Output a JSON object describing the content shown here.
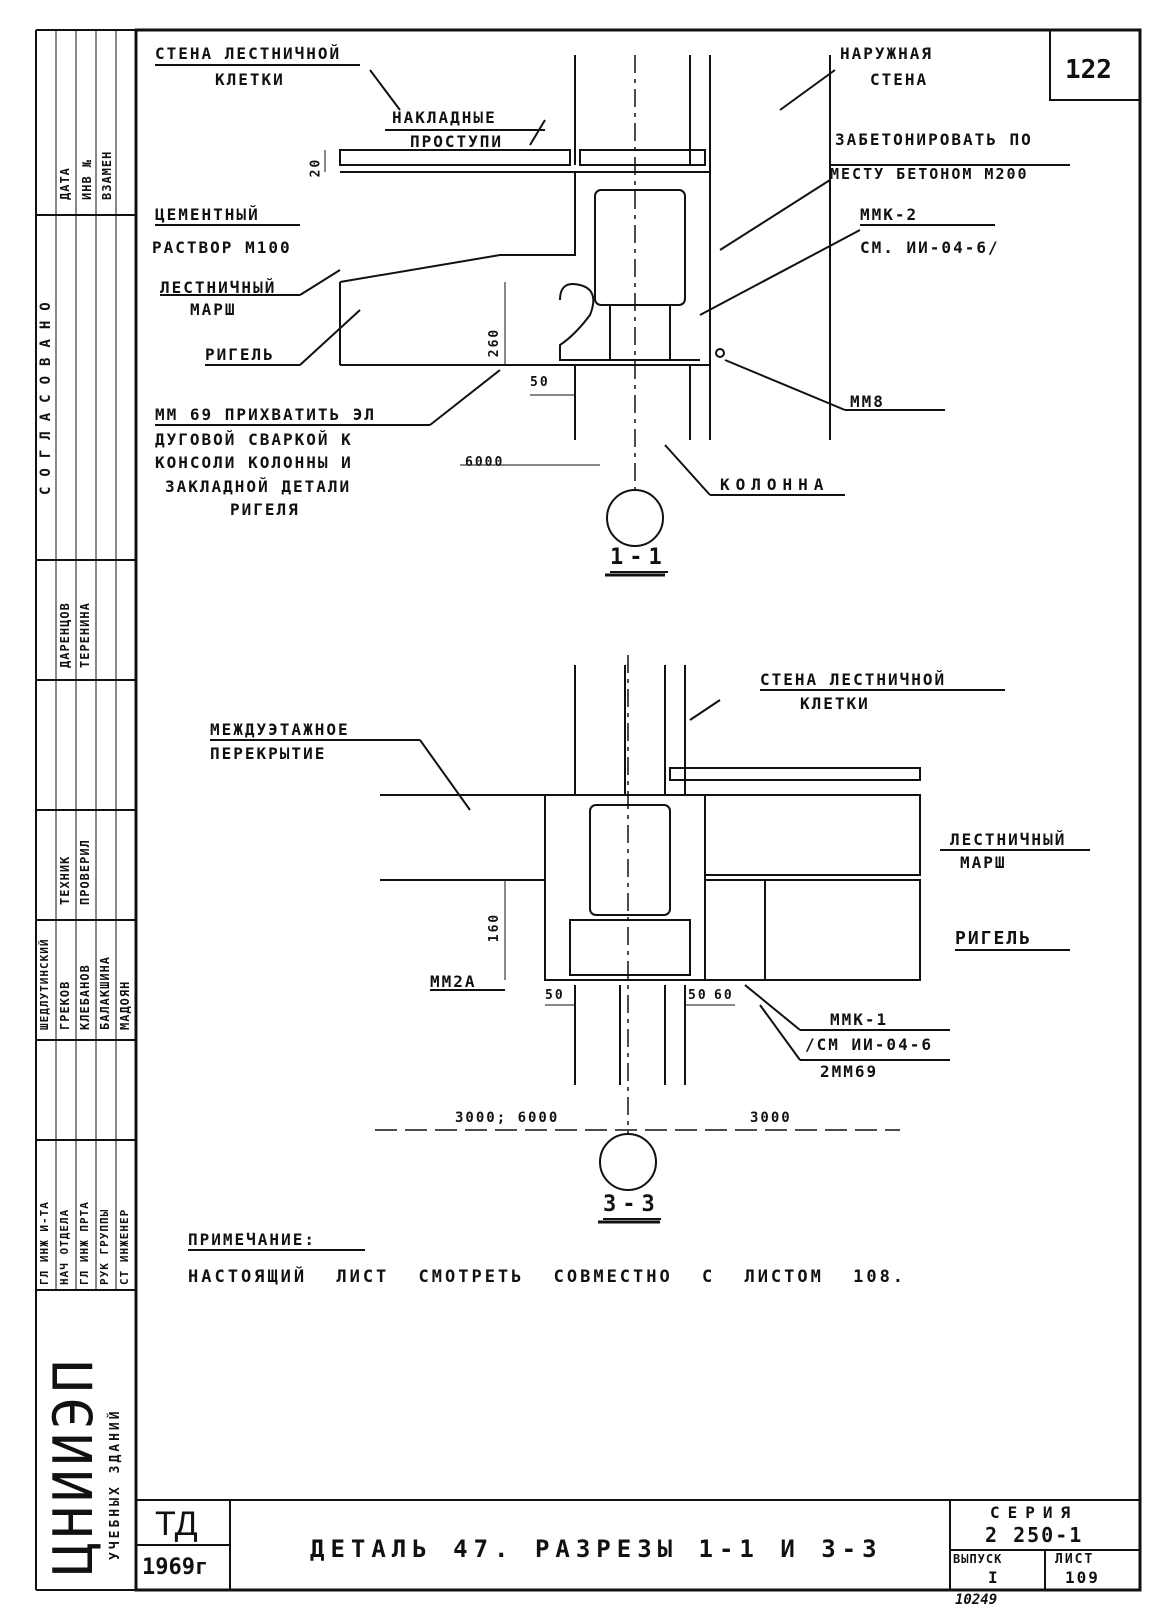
{
  "sheet_number": "122",
  "section_1": {
    "title": "1-1",
    "labels": {
      "stair_wall_1": "СТЕНА ЛЕСТНИЧНОЙ",
      "stair_wall_2": "КЛЕТКИ",
      "treads_1": "НАКЛАДНЫЕ",
      "treads_2": "ПРОСТУПИ",
      "outer_wall_1": "НАРУЖНАЯ",
      "outer_wall_2": "СТЕНА",
      "concrete_1": "ЗАБЕТОНИРОВАТЬ ПО",
      "concrete_2": "МЕСТУ БЕТОНОМ М200",
      "mortar_1": "ЦЕМЕНТНЫЙ",
      "mortar_2": "РАСТВОР М100",
      "mmk_1": "ММК-2",
      "mmk_2": "СМ. ИИ-04-6/",
      "flight_1": "ЛЕСТНИЧНЫЙ",
      "flight_2": "МАРШ",
      "beam": "РИГЕЛЬ",
      "weld_1": "ММ 69 ПРИХВАТИТЬ ЭЛ",
      "weld_2": "ДУГОВОЙ СВАРКОЙ К",
      "weld_3": "КОНСОЛИ КОЛОННЫ И",
      "weld_4": "ЗАКЛАДНОЙ ДЕТАЛИ",
      "weld_5": "РИГЕЛЯ",
      "mm8": "ММ8",
      "column": "КОЛОННА"
    },
    "dims": {
      "d20": "20",
      "d260": "260",
      "d50": "50",
      "d6000": "6000"
    }
  },
  "section_3": {
    "title": "3-3",
    "labels": {
      "stair_wall_1": "СТЕНА ЛЕСТНИЧНОЙ",
      "stair_wall_2": "КЛЕТКИ",
      "floor_1": "МЕЖДУЭТАЖНОЕ",
      "floor_2": "ПЕРЕКРЫТИЕ",
      "flight_1": "ЛЕСТНИЧНЫЙ",
      "flight_2": "МАРШ",
      "beam": "РИГЕЛЬ",
      "mm2a": "ММ2А",
      "mmk_1": "ММК-1",
      "mmk_2": "/СМ ИИ-04-6",
      "mmk_3": "2ММ69"
    },
    "dims": {
      "d160": "160",
      "d50a": "50",
      "d50b": "50",
      "d60": "60",
      "d3000a": "3000; 6000",
      "d3000b": "3000"
    }
  },
  "note": {
    "heading": "ПРИМЕЧАНИЕ:",
    "text": "НАСТОЯЩИЙ ЛИСТ СМОТРЕТЬ СОВМЕСТНО С ЛИСТОМ 108."
  },
  "title_block": {
    "org": "ЦНИИЭП",
    "org_sub": "УЧЕБНЫХ ЗДАНИЙ",
    "td": "ТД",
    "year": "1969г",
    "title": "ДЕТАЛЬ 47. РАЗРЕЗЫ 1-1 И 3-3",
    "series_label": "СЕРИЯ",
    "series_value": "2 250-1",
    "issue_label": "ВЫПУСК",
    "issue_value": "I",
    "sheet_label": "ЛИСТ",
    "sheet_value": "109",
    "doc_number": "10249"
  },
  "side_stamp": {
    "date": "ДАТА",
    "inv": "ИНВ №",
    "replace": "ВЗАМЕН",
    "agreed": "СОГЛАСОВАНО",
    "names_1": "ДАРЕНЦОВ",
    "names_2": "ТЕРЕНИНА",
    "tech": "ТЕХНИК",
    "checked": "ПРОВЕРИЛ",
    "names_3": "ШЕДЛУТИНСКИЙ",
    "names_4": "ГРЕКОВ",
    "names_5": "КЛЕБАНОВ",
    "names_6": "БАЛАКШИНА",
    "names_7": "МАДОЯН",
    "role_1": "ГЛ ИНЖ И-ТА",
    "role_2": "НАЧ ОТДЕЛА",
    "role_3": "ГЛ ИНЖ ПРТА",
    "role_4": "РУК ГРУППЫ",
    "role_5": "СТ ИНЖЕНЕР"
  }
}
